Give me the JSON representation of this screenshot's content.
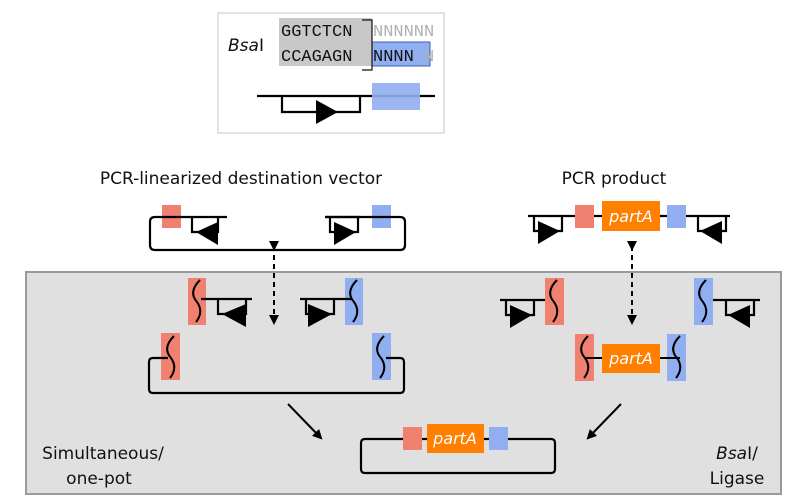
{
  "colors": {
    "red_overhang": "#f08070",
    "blue_overhang": "#90aef0",
    "part_orange": "#ff7f00",
    "panel_gray": "#e0e0e0",
    "panel_border": "#9a9a9a",
    "recog_gray": "#c8c8c8",
    "faint_n": "#b0b0b0"
  },
  "inset": {
    "enzyme": "Bsa",
    "enzyme_suffix": "I",
    "top_strand_site": "GGTCTCN",
    "top_strand_tail": "NNNNNN",
    "bottom_strand_site": "CCAGAGN",
    "bottom_strand_overhang": "NNNN",
    "bottom_strand_tail": "N"
  },
  "labels": {
    "destination_vector": "PCR-linearized destination vector",
    "pcr_product": "PCR product",
    "simultaneous_line1": "Simultaneous/",
    "simultaneous_line2": "one-pot",
    "enzyme_line1_italic": "Bsa",
    "enzyme_line1_suffix": "I/",
    "enzyme_line2": "Ligase"
  },
  "parts": {
    "pcr_product_part": "partA",
    "digested_part": "partA",
    "assembled_part": "partA"
  }
}
